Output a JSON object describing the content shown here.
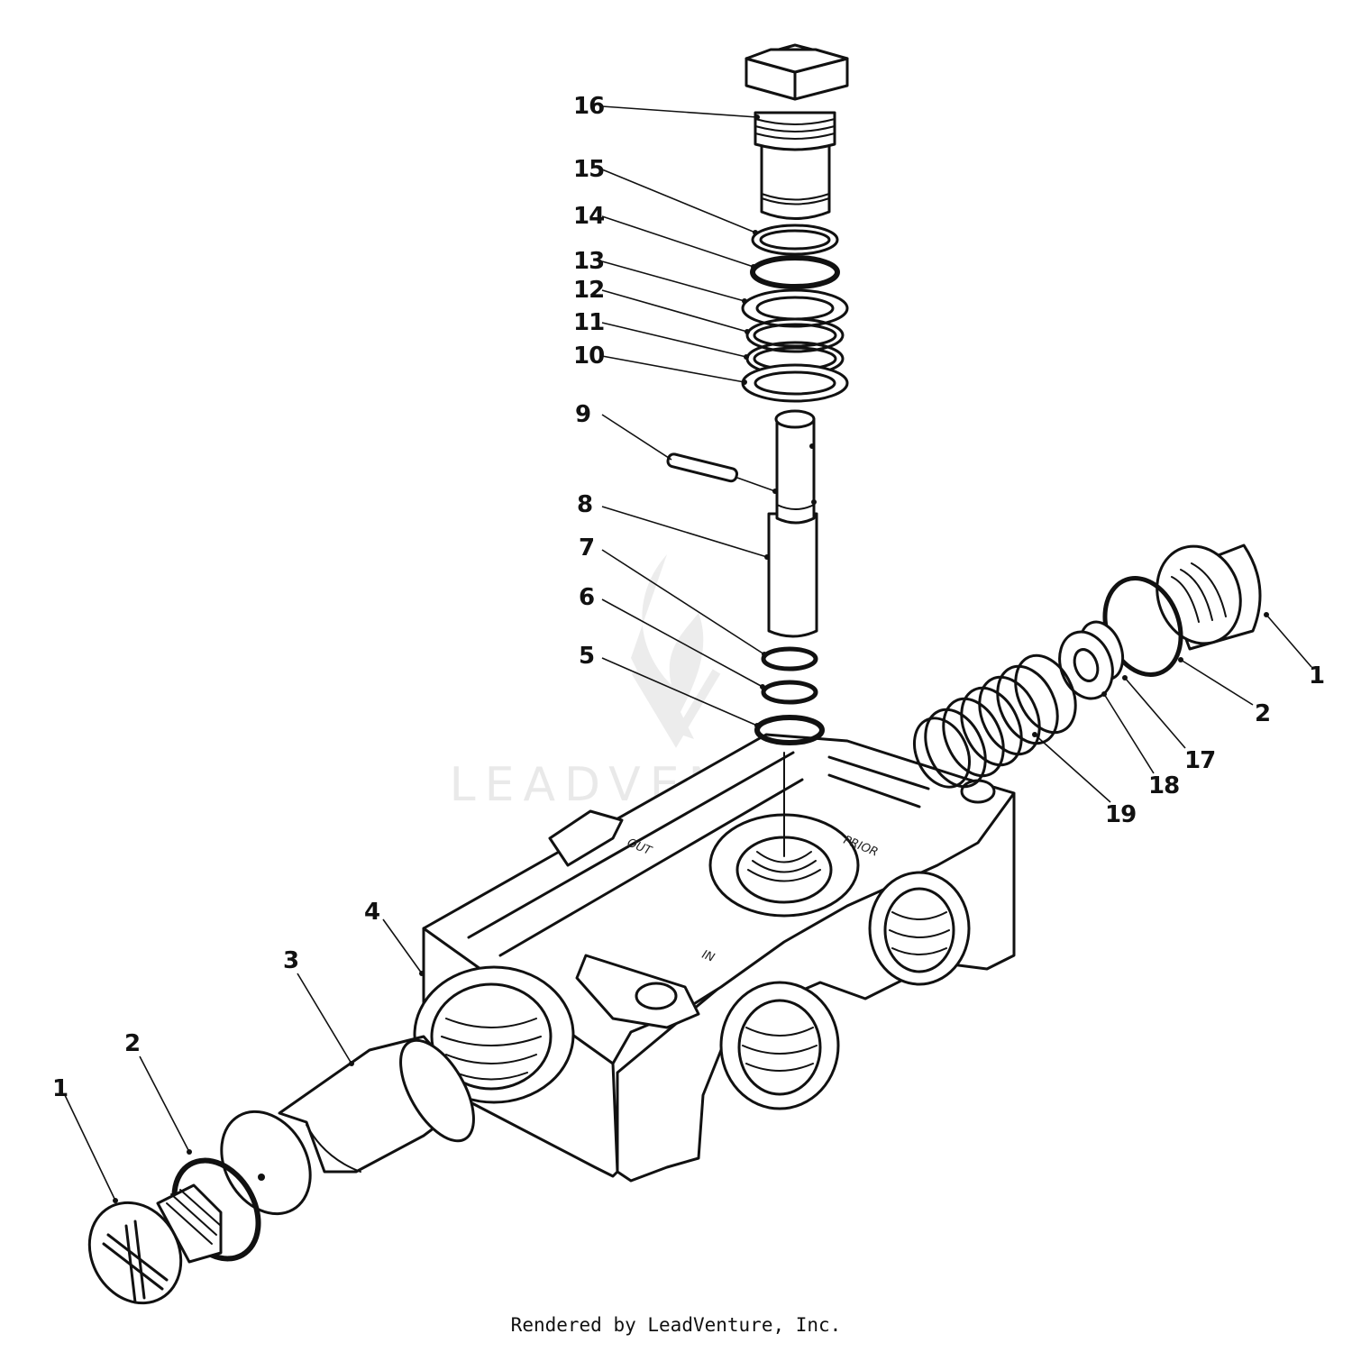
{
  "callouts": {
    "c16": "16",
    "c15": "15",
    "c14": "14",
    "c13": "13",
    "c12": "12",
    "c11": "11",
    "c10": "10",
    "c9": "9",
    "c8": "8",
    "c7": "7",
    "c6": "6",
    "c5": "5",
    "c4": "4",
    "c3": "3",
    "c2_left": "2",
    "c1_left": "1",
    "c1_right": "1",
    "c2_right": "2",
    "c17": "17",
    "c18": "18",
    "c19": "19"
  },
  "body_labels": {
    "out": "OUT",
    "prior": "PRIOR",
    "in": "IN"
  },
  "watermark": "LEADVENTURE",
  "footer": "Rendered by LeadVenture, Inc.",
  "colors": {
    "ink": "#111111",
    "watermark": "#cfcfcf",
    "background": "#ffffff"
  },
  "icons": {
    "watermark_logo": "leadventure-flame-logo"
  }
}
